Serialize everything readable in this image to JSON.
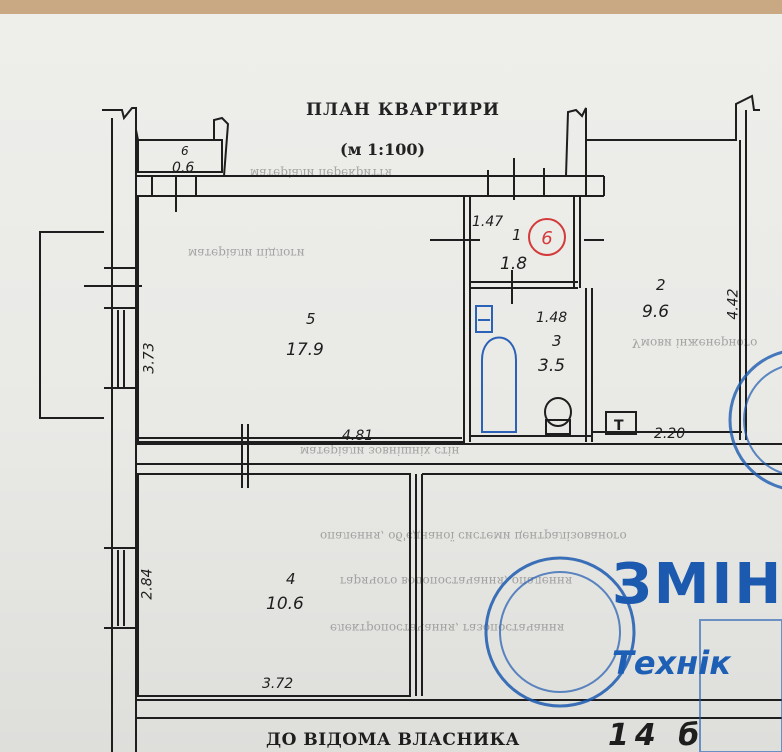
{
  "document": {
    "title": "ПЛАН КВАРТИРИ",
    "scale": "(м 1:100)",
    "bottom_title": "ДО ВІДОМА ВЛАСНИКА"
  },
  "rooms": [
    {
      "number": "5",
      "area": "17.9"
    },
    {
      "number": "1",
      "area": "1.8"
    },
    {
      "number": "2",
      "area": "9.6"
    },
    {
      "number": "3",
      "area": "3.5"
    },
    {
      "number": "4",
      "area": "10.6"
    },
    {
      "number": "6",
      "area": "0.6"
    }
  ],
  "dimensions": {
    "room5_height": "3.73",
    "room5_width": "4.81",
    "room1_width": "1.47",
    "room3_width": "1.48",
    "room2_height": "4.42",
    "room2_width": "2.20",
    "room4_height": "2.84",
    "room4_width": "3.72"
  },
  "marker": {
    "label": "6",
    "color": "#d43a3a"
  },
  "stamp": {
    "main_text": "ЗМІН",
    "sub_text": "Технік",
    "date_text": "14 б",
    "color": "#1c5ab0"
  },
  "bleed_through": {
    "line1": "матеріали перекриття",
    "line2": "матеріали підлоги",
    "line3": "Умови інженерного",
    "line4": "матеріали зовнішніх стін",
    "line5": "опалення, об'єднаної системи централізованого",
    "line6": "гарячого водопостачання, опалення",
    "line7": "електропостачання, газопостачання"
  },
  "colors": {
    "paper": "#ececea",
    "ink": "#1e1e1e",
    "stamp_blue": "#1c5ab0",
    "marker_red": "#d43a3a"
  }
}
